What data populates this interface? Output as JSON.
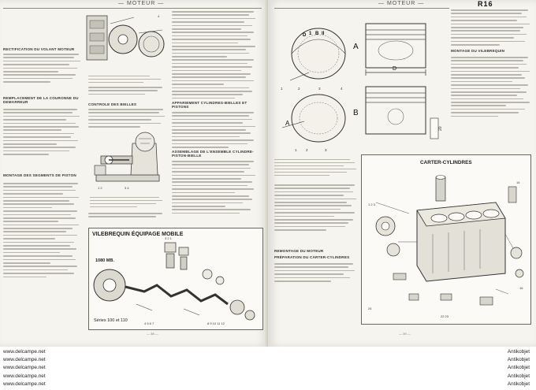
{
  "header": {
    "left_title": "— MOTEUR —",
    "right_title": "— MOTEUR —",
    "right_badge": "R16"
  },
  "left_page": {
    "sections": [
      "RECTIFICATION DU VOLANT MOTEUR",
      "REMPLACEMENT DE LA COURONNE DU DEMARREUR",
      "MONTAGE DES SEGMENTS DE PISTON",
      "CONTROLE DES BIELLES",
      "APPARIEMENT CYLINDRES-BIELLES ET PISTONS",
      "ASSEMBLAGE DE L'ENSEMBLE CYLINDRE-PISTON-BIELLE"
    ],
    "figure_title": "VILEBREQUIN ÉQUIPAGE MOBILE",
    "figure_sub": "1080 MB.",
    "figure_series": "Séries 100 et 110",
    "page_number": "— 38 —"
  },
  "right_page": {
    "sections": [
      "MONTAGE DU VILEBREQUIN",
      "REMONTAGE DU MOTEUR",
      "PRÉPARATION DU CARTER-CYLINDRES"
    ],
    "piston_labels": [
      "D",
      "1",
      "B",
      "II",
      "A",
      "B",
      "D",
      "A"
    ],
    "figure_title": "CARTER-CYLINDRES",
    "page_number": "— 39 —"
  },
  "watermark": {
    "left": [
      "www.delcampe.net",
      "www.delcampe.net",
      "www.delcampe.net",
      "www.delcampe.net",
      "www.delcampe.net"
    ],
    "right": [
      "Antikobjet",
      "Antikobjet",
      "Antikobjet",
      "Antikobjet",
      "Antikobjet"
    ]
  }
}
